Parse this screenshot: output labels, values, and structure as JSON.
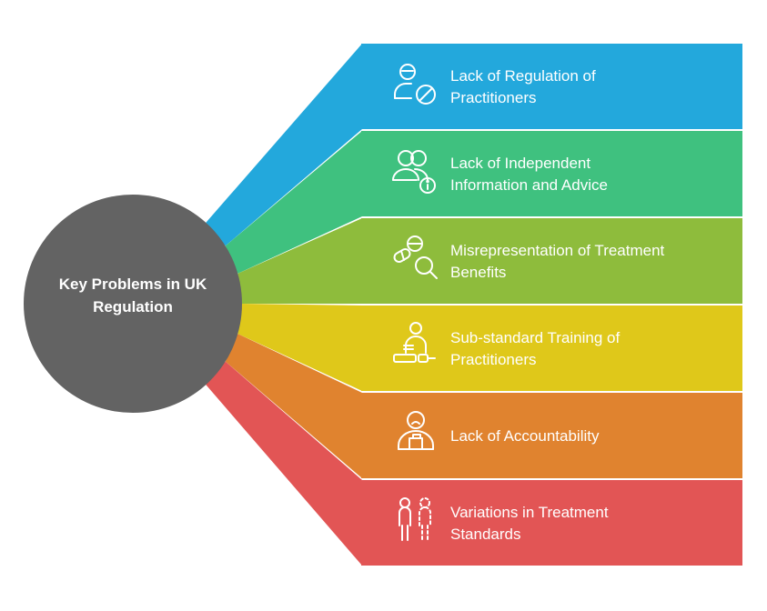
{
  "hub": {
    "title": "Key Problems in UK Regulation",
    "color": "#636363"
  },
  "problems": [
    {
      "label": "Lack of Regulation of Practitioners",
      "color": "#23a8dc",
      "icon": "person-blocked-icon"
    },
    {
      "label": "Lack of Independent Information and Advice",
      "color": "#3fc17f",
      "icon": "people-info-icon"
    },
    {
      "label": "Misrepresentation of Treatment Benefits",
      "color": "#8ebc3c",
      "icon": "pill-search-icon"
    },
    {
      "label": "Sub-standard Training of Practitioners",
      "color": "#dfc81a",
      "icon": "practitioner-training-icon"
    },
    {
      "label": "Lack of Accountability",
      "color": "#e0832f",
      "icon": "sad-person-icon"
    },
    {
      "label": "Variations in Treatment Standards",
      "color": "#e25555",
      "icon": "person-comparison-icon"
    }
  ]
}
